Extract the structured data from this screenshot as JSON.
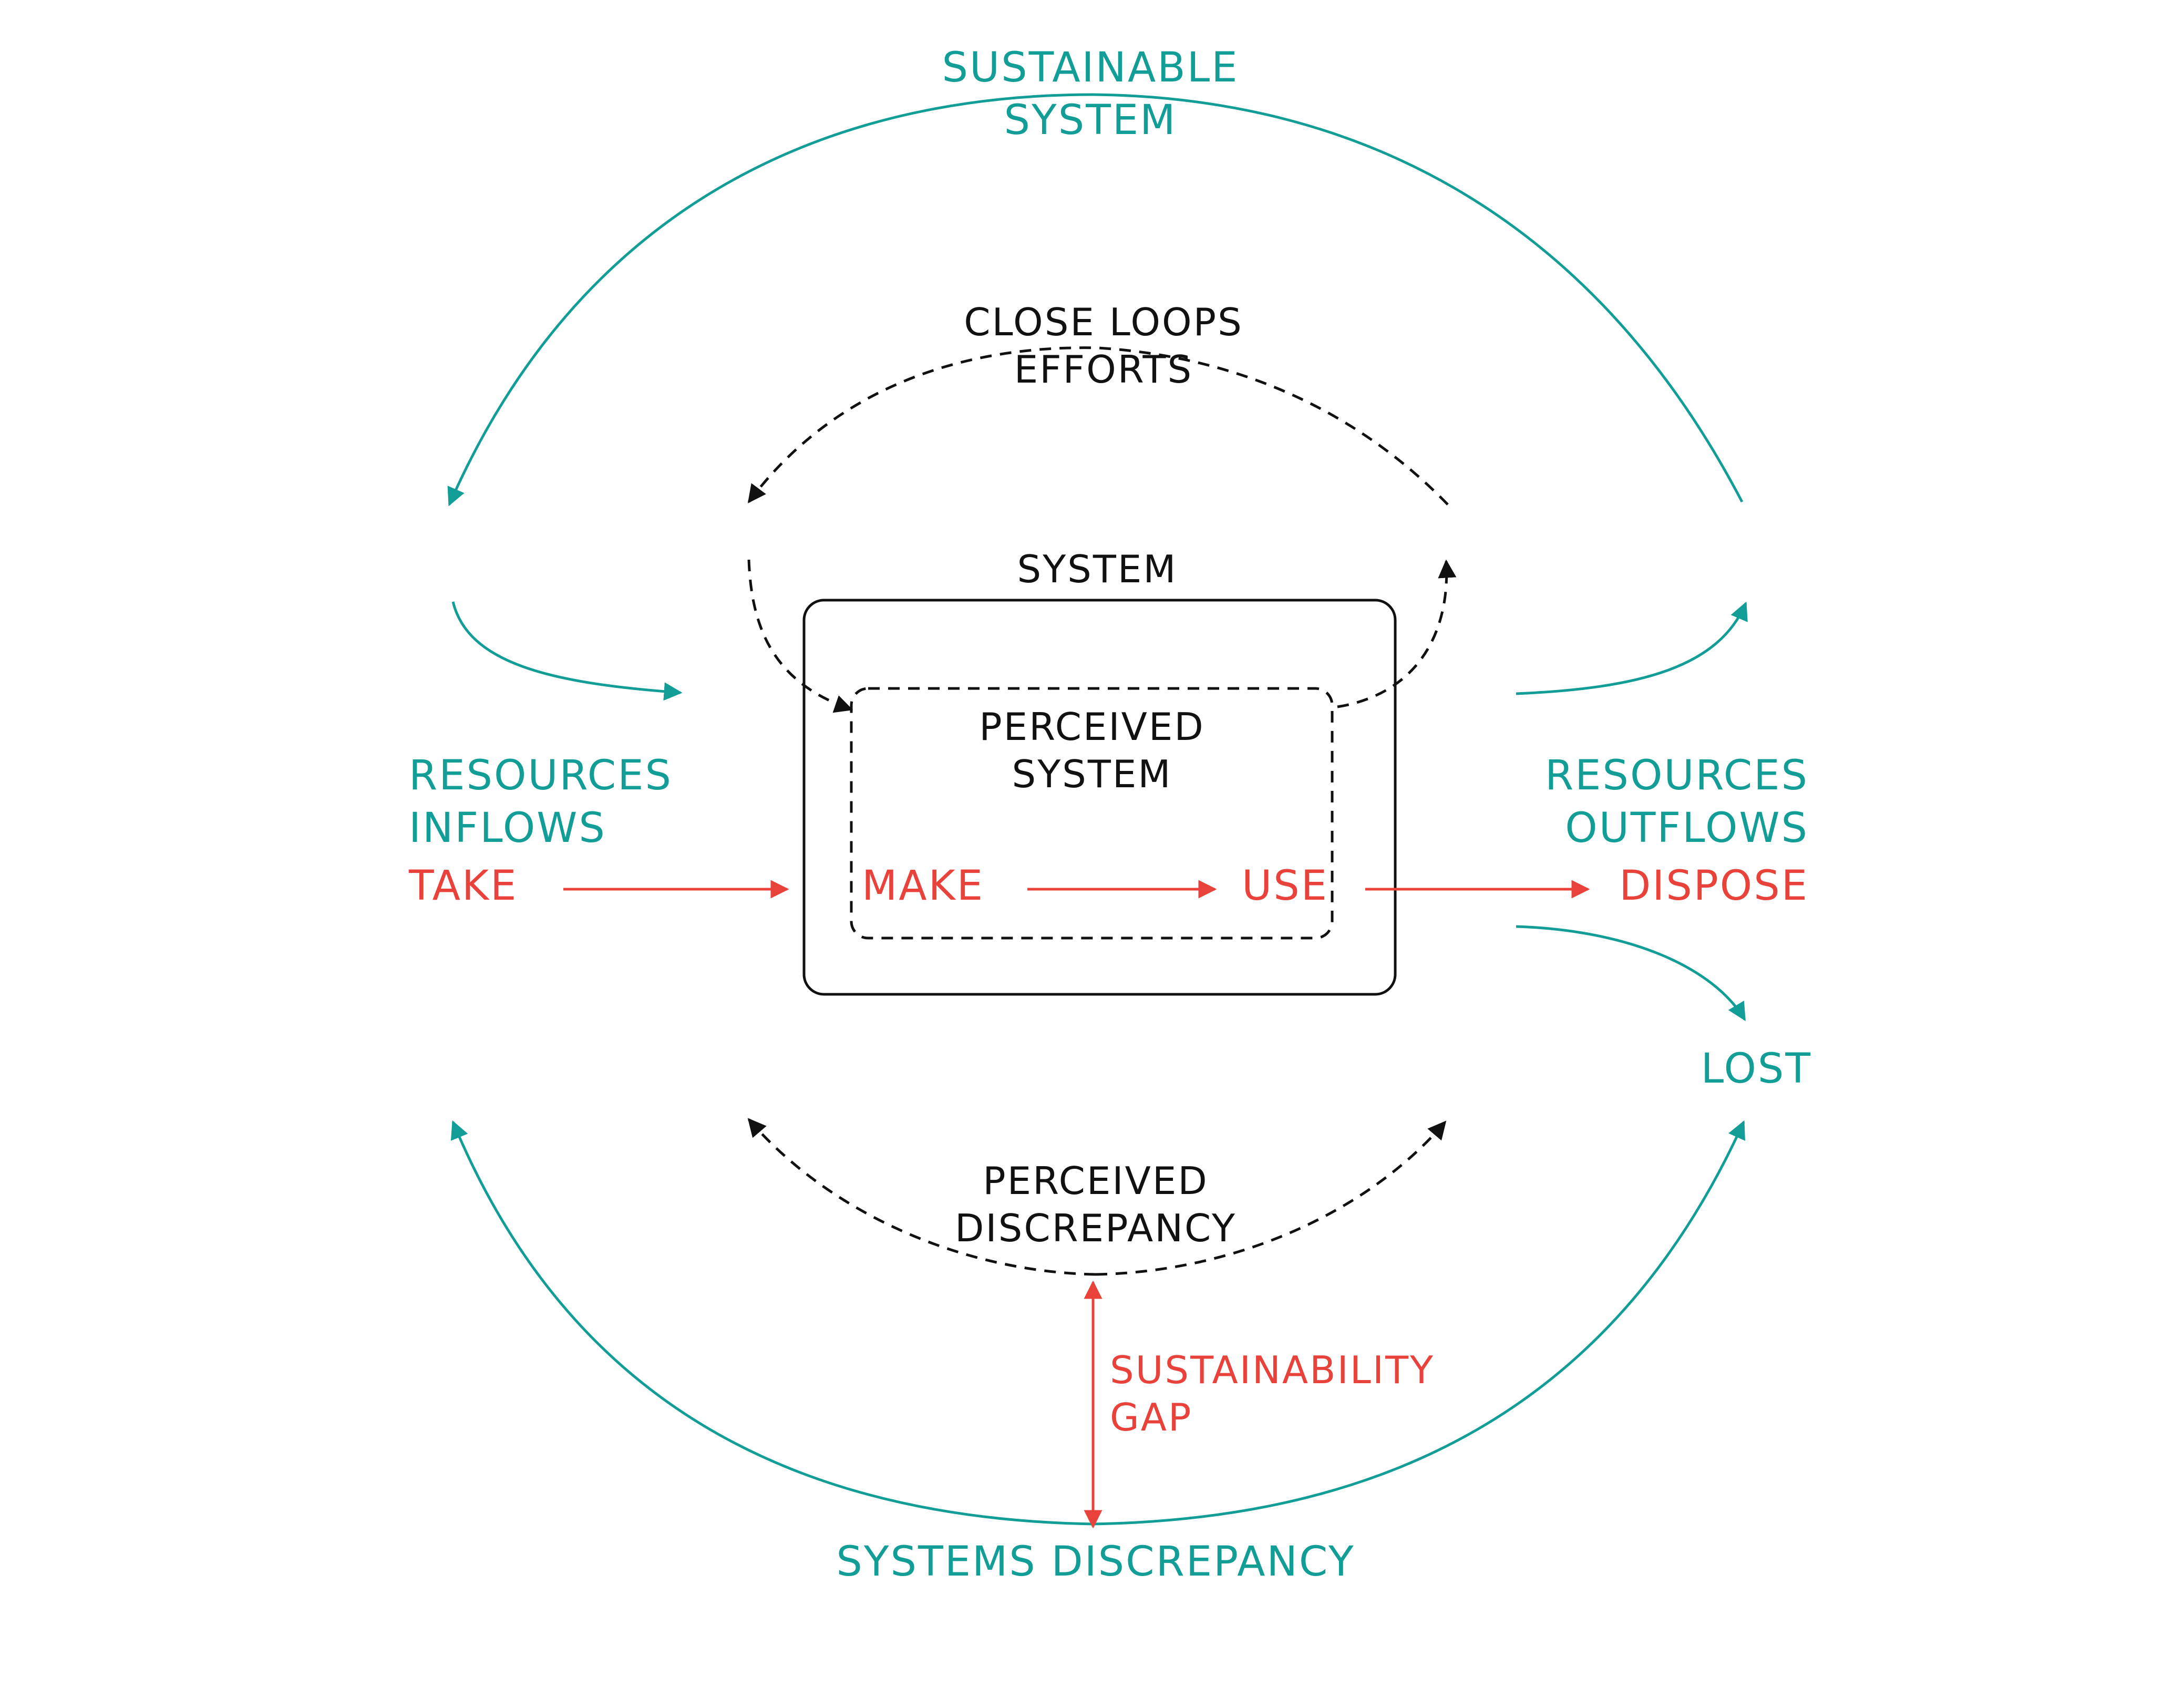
{
  "colors": {
    "teal": "#129e96",
    "red": "#e8423a",
    "black": "#111111"
  },
  "labels": {
    "sustainable_system_1": "SUSTAINABLE",
    "sustainable_system_2": "SYSTEM",
    "close_loops_1": "CLOSE LOOPS",
    "close_loops_2": "EFFORTS",
    "system": "SYSTEM",
    "perceived_system_1": "PERCEIVED",
    "perceived_system_2": "SYSTEM",
    "resources_inflows_1": "RESOURCES",
    "resources_inflows_2": "INFLOWS",
    "resources_outflows_1": "RESOURCES",
    "resources_outflows_2": "OUTFLOWS",
    "take": "TAKE",
    "make": "MAKE",
    "use": "USE",
    "dispose": "DISPOSE",
    "lost": "LOST",
    "perceived_discrepancy_1": "PERCEIVED",
    "perceived_discrepancy_2": "DISCREPANCY",
    "sustainability_gap_1": "SUSTAINABILITY",
    "sustainability_gap_2": "GAP",
    "systems_discrepancy": "SYSTEMS DISCREPANCY"
  }
}
